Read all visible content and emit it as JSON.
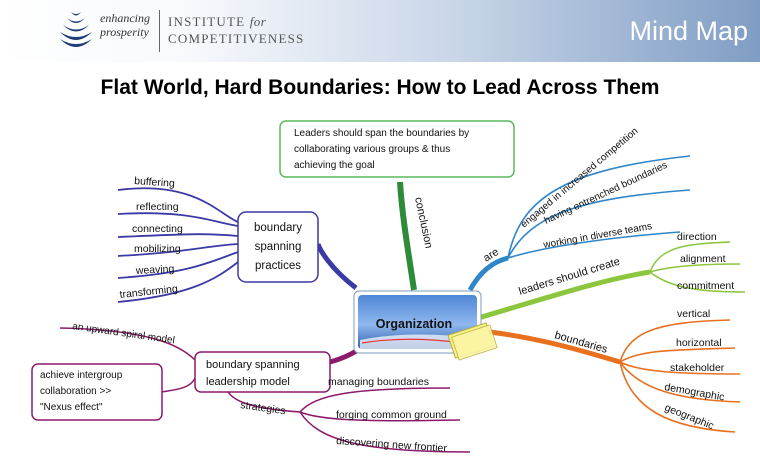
{
  "header": {
    "tagline_1": "enhancing",
    "tagline_2": "prosperity",
    "institute_line1": "INSTITUTE",
    "institute_for": "for",
    "institute_line2": "COMPETITIVENESS",
    "right_title": "Mind Map"
  },
  "title": "Flat World, Hard Boundaries: How to Lead Across Them",
  "center": "Organization",
  "branches": {
    "conclusion": {
      "label": "conclusion",
      "box_lines": [
        "Leaders should span the boundaries by",
        "collaborating various groups & thus",
        "achieving the goal"
      ]
    },
    "practices": {
      "box_lines": [
        "boundary",
        "spanning",
        "practices"
      ],
      "items": [
        "buffering",
        "reflecting",
        "connecting",
        "mobilizing",
        "weaving",
        "transforming"
      ]
    },
    "are": {
      "label": "are",
      "items": [
        "engaged in increased competition",
        "having entrenched boundaries",
        "working in diverse teams"
      ]
    },
    "leaders": {
      "label": "leaders should create",
      "items": [
        "direction",
        "alignment",
        "commitment"
      ]
    },
    "boundaries": {
      "label": "boundaries",
      "items": [
        "vertical",
        "horizontal",
        "stakeholder",
        "demographic",
        "geographic"
      ]
    },
    "model": {
      "box_lines": [
        "boundary spanning",
        "leadership model"
      ],
      "spiral": "an upward spiral model",
      "nexus_lines": [
        "achieve intergroup",
        "collaboration >>",
        "\"Nexus effect\""
      ],
      "strategies_label": "strategies",
      "strategies": [
        "managing boundaries",
        "forging common ground",
        "discovering new frontier"
      ]
    }
  },
  "colors": {
    "practices": "#3a3aa6",
    "conclusion": "#2e8b3a",
    "are": "#2f86c9",
    "leaders": "#8cc63f",
    "boundaries": "#e8701e",
    "model": "#8b1a6b"
  }
}
